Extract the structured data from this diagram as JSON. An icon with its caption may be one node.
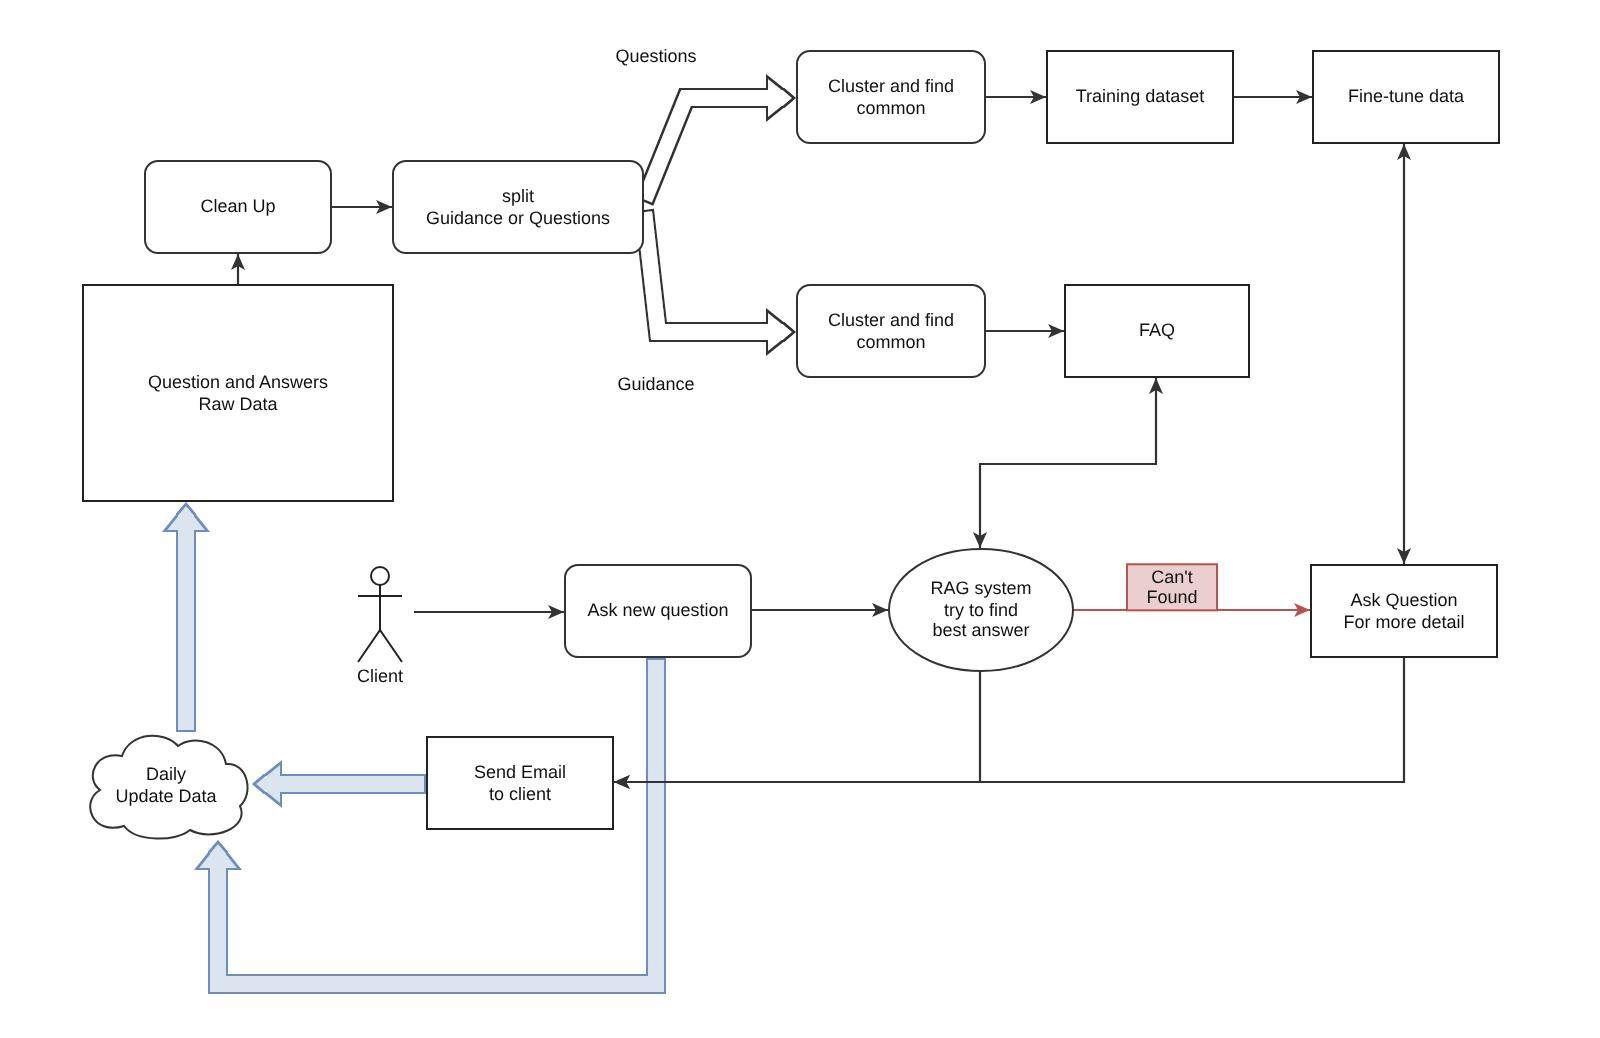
{
  "diagram": {
    "nodes": [
      {
        "text": [
          "Question and Answers Raw Data"
        ]
      },
      {
        "text": [
          "Clean Up"
        ]
      },
      {
        "text": [
          "split",
          "Guidance or Questions"
        ]
      },
      {
        "text": [
          "Cluster and find common"
        ]
      },
      {
        "text": [
          "Training dataset"
        ]
      },
      {
        "text": [
          "Fine-tune data"
        ]
      },
      {
        "text": [
          "Cluster and find common"
        ]
      },
      {
        "text": [
          "FAQ"
        ]
      },
      {
        "text": [
          "Client"
        ]
      },
      {
        "text": [
          "Ask new question"
        ]
      },
      {
        "text": [
          "RAG system try to find best answer"
        ]
      },
      {
        "text": [
          "Ask Question For more detail"
        ]
      },
      {
        "text": [
          "Send Email to client"
        ]
      },
      {
        "text": [
          "Daily Update Data"
        ]
      }
    ],
    "edges": [
      {
        "from": 0,
        "to": 1,
        "arrow": "to"
      },
      {
        "from": 1,
        "to": 2,
        "arrow": "to"
      },
      {
        "from": 2,
        "to": 3,
        "arrow": "to",
        "label": "Questions",
        "style": "thick"
      },
      {
        "from": 2,
        "to": 6,
        "arrow": "to",
        "label": "Guidance",
        "style": "thick"
      },
      {
        "from": 3,
        "to": 4,
        "arrow": "to"
      },
      {
        "from": 4,
        "to": 5,
        "arrow": "to"
      },
      {
        "from": 6,
        "to": 7,
        "arrow": "to"
      },
      {
        "from": 8,
        "to": 9,
        "arrow": "to"
      },
      {
        "from": 9,
        "to": 10,
        "arrow": "to"
      },
      {
        "from": 10,
        "to": 7,
        "arrow": "both"
      },
      {
        "from": 5,
        "to": 11,
        "arrow": "both"
      },
      {
        "from": 10,
        "to": 11,
        "arrow": "to",
        "label": "Can't Found",
        "color": "#b85450"
      },
      {
        "from": 10,
        "to": 12,
        "arrow": "to"
      },
      {
        "from": 11,
        "to": 12,
        "arrow": "to"
      },
      {
        "from": 12,
        "to": 13,
        "arrow": "to",
        "style": "thick",
        "color": "#6c8ebf"
      },
      {
        "from": 13,
        "to": 0,
        "arrow": "to",
        "style": "thick",
        "color": "#6c8ebf"
      },
      {
        "from": 9,
        "to": 13,
        "arrow": "to",
        "style": "thick",
        "color": "#6c8ebf"
      }
    ]
  }
}
